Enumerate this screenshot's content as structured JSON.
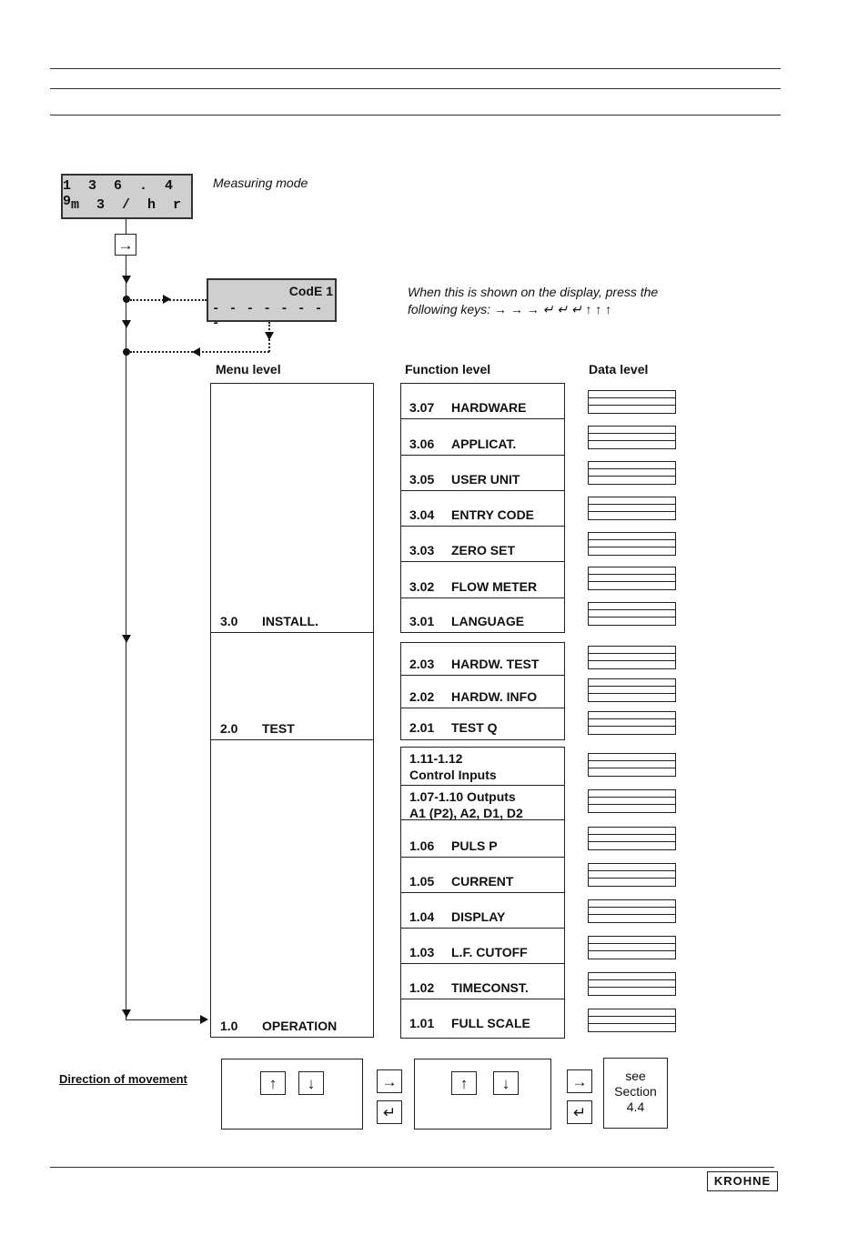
{
  "display_measuring": {
    "line1": "1 3 6 . 4 9",
    "line2": "m 3 / h r"
  },
  "measuring_mode_label": "Measuring mode",
  "code_display": {
    "text": "CodE 1",
    "dashes": "- - - - - - - -"
  },
  "hint": {
    "line1": "When this is shown on the display, press the",
    "line2": "following keys: → → → ↵ ↵ ↵ ↑ ↑ ↑"
  },
  "key_right": "→",
  "column_headers": {
    "menu": "Menu level",
    "function": "Function level",
    "data": "Data level"
  },
  "menus": [
    {
      "code": "3.0",
      "label": "INSTALL."
    },
    {
      "code": "2.0",
      "label": "TEST"
    },
    {
      "code": "1.0",
      "label": "OPERATION"
    }
  ],
  "functions_install": [
    {
      "code": "3.07",
      "label": "HARDWARE"
    },
    {
      "code": "3.06",
      "label": "APPLICAT."
    },
    {
      "code": "3.05",
      "label": "USER UNIT"
    },
    {
      "code": "3.04",
      "label": "ENTRY CODE"
    },
    {
      "code": "3.03",
      "label": "ZERO SET"
    },
    {
      "code": "3.02",
      "label": "FLOW METER"
    },
    {
      "code": "3.01",
      "label": "LANGUAGE"
    }
  ],
  "functions_test": [
    {
      "code": "2.03",
      "label": "HARDW. TEST"
    },
    {
      "code": "2.02",
      "label": "HARDW. INFO"
    },
    {
      "code": "2.01",
      "label": "TEST Q"
    }
  ],
  "functions_operation_multi": [
    {
      "line1": "1.11-1.12",
      "line2": "Control Inputs"
    },
    {
      "line1": "1.07-1.10 Outputs",
      "line2": "A1 (P2), A2, D1, D2"
    }
  ],
  "functions_operation": [
    {
      "code": "1.06",
      "label": "PULS P"
    },
    {
      "code": "1.05",
      "label": "CURRENT"
    },
    {
      "code": "1.04",
      "label": "DISPLAY"
    },
    {
      "code": "1.03",
      "label": "L.F. CUTOFF"
    },
    {
      "code": "1.02",
      "label": "TIMECONST."
    },
    {
      "code": "1.01",
      "label": "FULL SCALE"
    }
  ],
  "direction_label": "Direction of movement",
  "keys": {
    "up": "↑",
    "down": "↓",
    "right": "→",
    "enter": "↵"
  },
  "see_section": {
    "line1": "see",
    "line2": "Section",
    "line3": "4.4"
  },
  "logo": "KROHNE"
}
